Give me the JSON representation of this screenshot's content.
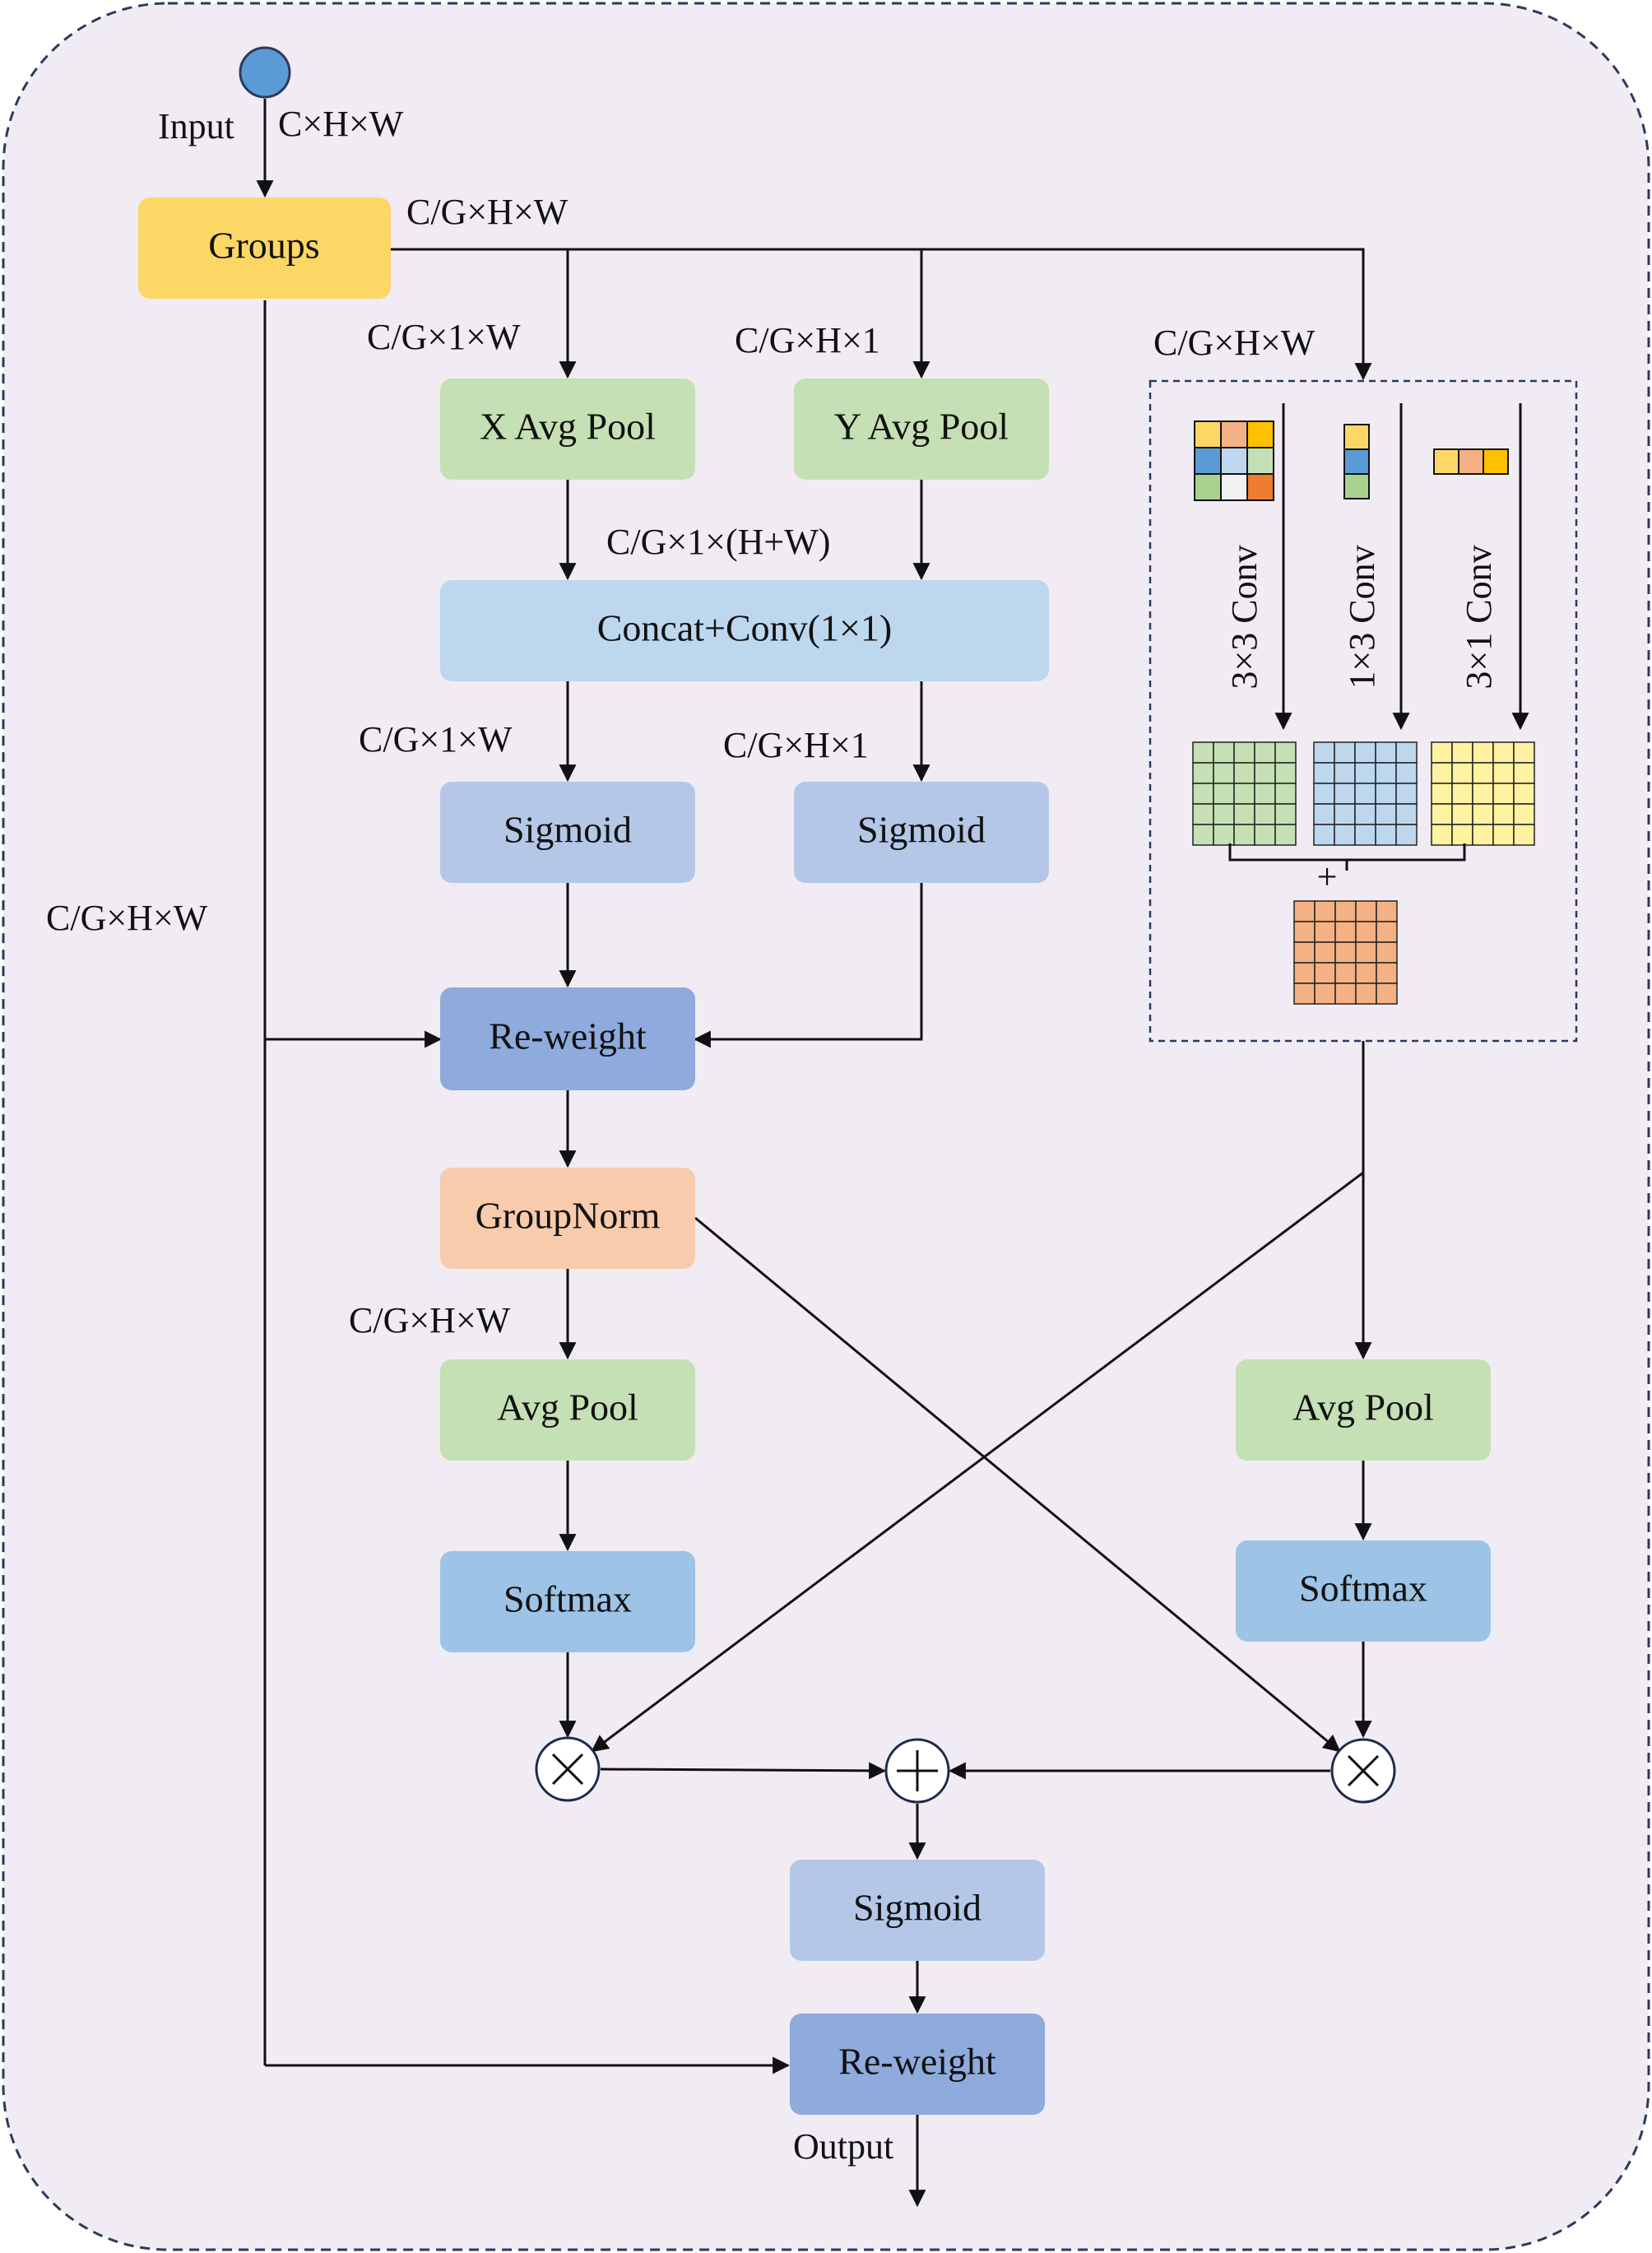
{
  "input_label": "Input",
  "shape_labels": {
    "input_shape": "C×H×W",
    "groups_out": "C/G×H×W",
    "x_pool_in": "C/G×1×W",
    "y_pool_in": "C/G×H×1",
    "conv_branch_in": "C/G×H×W",
    "concat_in": "C/G×1×(H+W)",
    "sigmoid_left_in": "C/G×1×W",
    "sigmoid_right_in": "C/G×H×1",
    "residual": "C/G×H×W",
    "avgpool_left_in": "C/G×H×W"
  },
  "boxes": {
    "groups": "Groups",
    "x_avg_pool": "X Avg Pool",
    "y_avg_pool": "Y Avg Pool",
    "concat_conv": "Concat+Conv(1×1)",
    "sigmoid_left": "Sigmoid",
    "sigmoid_right": "Sigmoid",
    "reweight_top": "Re-weight",
    "groupnorm": "GroupNorm",
    "avg_pool_left": "Avg Pool",
    "softmax_left": "Softmax",
    "avg_pool_right": "Avg Pool",
    "softmax_right": "Softmax",
    "sigmoid_bottom": "Sigmoid",
    "reweight_bottom": "Re-weight"
  },
  "conv_labels": {
    "conv3x3": "3×3 Conv",
    "conv1x3": "1×3 Conv",
    "conv3x1": "3×1 Conv"
  },
  "plus_label": "+",
  "output_label": "Output",
  "colors": {
    "background": "#f1ecf3",
    "border": "#2b3a5c",
    "groups": "#fcd765",
    "pool": "#c5e0b4",
    "concat": "#bdd7ee",
    "sigmoid": "#b4c7e7",
    "reweight": "#8faadc",
    "groupnorm": "#f8cbad",
    "softmax": "#9dc3e6",
    "input_dot": "#5b9bd5",
    "grid_green": "#c5e0b4",
    "grid_blue": "#bdd7ee",
    "grid_yellow": "#fff2a0",
    "grid_orange": "#f4b183"
  }
}
